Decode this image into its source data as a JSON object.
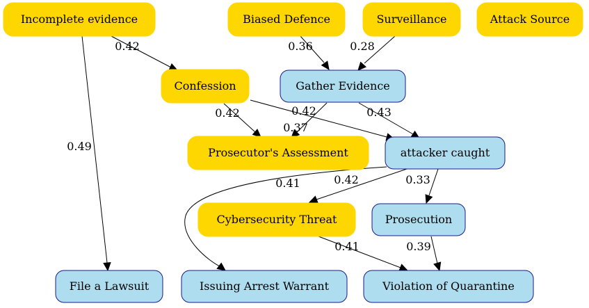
{
  "graph": {
    "colors": {
      "gold_fill": "#FFD700",
      "blue_fill": "#ADDDEE",
      "blue_stroke": "#1A1A8C",
      "edge": "#000000"
    },
    "nodes": [
      {
        "id": "incomplete-evidence",
        "label": "Incomplete evidence",
        "style": "gold"
      },
      {
        "id": "biased-defence",
        "label": "Biased Defence",
        "style": "gold"
      },
      {
        "id": "surveillance",
        "label": "Surveillance",
        "style": "gold"
      },
      {
        "id": "attack-source",
        "label": "Attack Source",
        "style": "gold"
      },
      {
        "id": "confession",
        "label": "Confession",
        "style": "gold"
      },
      {
        "id": "gather-evidence",
        "label": "Gather Evidence",
        "style": "blue"
      },
      {
        "id": "prosecutors-assessment",
        "label": "Prosecutor's Assessment",
        "style": "gold"
      },
      {
        "id": "attacker-caught",
        "label": "attacker caught",
        "style": "blue"
      },
      {
        "id": "cybersecurity-threat",
        "label": "Cybersecurity Threat",
        "style": "gold"
      },
      {
        "id": "prosecution",
        "label": "Prosecution",
        "style": "blue"
      },
      {
        "id": "file-a-lawsuit",
        "label": "File a Lawsuit",
        "style": "blue"
      },
      {
        "id": "issuing-arrest-warrant",
        "label": "Issuing Arrest Warrant",
        "style": "blue"
      },
      {
        "id": "violation-of-quarantine",
        "label": "Violation of Quarantine",
        "style": "blue"
      }
    ],
    "edges": [
      {
        "from": "incomplete-evidence",
        "to": "confession",
        "weight": "0.42"
      },
      {
        "from": "incomplete-evidence",
        "to": "file-a-lawsuit",
        "weight": "0.49"
      },
      {
        "from": "biased-defence",
        "to": "gather-evidence",
        "weight": "0.36"
      },
      {
        "from": "surveillance",
        "to": "gather-evidence",
        "weight": "0.28"
      },
      {
        "from": "confession",
        "to": "prosecutors-assessment",
        "weight": "0.42"
      },
      {
        "from": "confession",
        "to": "attacker-caught",
        "weight": "0.37"
      },
      {
        "from": "gather-evidence",
        "to": "prosecutors-assessment",
        "weight": "0.42"
      },
      {
        "from": "gather-evidence",
        "to": "attacker-caught",
        "weight": "0.43"
      },
      {
        "from": "attacker-caught",
        "to": "issuing-arrest-warrant",
        "weight": "0.41"
      },
      {
        "from": "attacker-caught",
        "to": "cybersecurity-threat",
        "weight": "0.42"
      },
      {
        "from": "attacker-caught",
        "to": "prosecution",
        "weight": "0.33"
      },
      {
        "from": "cybersecurity-threat",
        "to": "violation-of-quarantine",
        "weight": "0.41"
      },
      {
        "from": "prosecution",
        "to": "violation-of-quarantine",
        "weight": "0.39"
      }
    ]
  }
}
